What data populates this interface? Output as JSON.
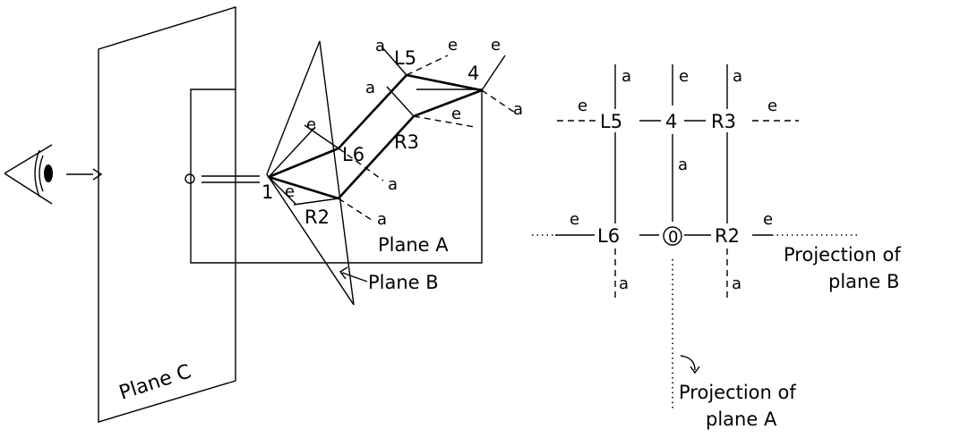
{
  "left_figure": {
    "plane_c_label": "Plane C",
    "plane_a_label": "Plane A",
    "plane_b_label": "Plane B",
    "origin_label": "O",
    "points": {
      "p1": "1",
      "r2": "R2",
      "r3": "R3",
      "p4": "4",
      "l5": "L5",
      "l6": "L6"
    },
    "axis_e": "e",
    "axis_a": "a"
  },
  "right_figure": {
    "l5": "L5",
    "p4": "4",
    "r3": "R3",
    "l6": "L6",
    "origin": "0",
    "r2": "R2",
    "axis_e": "e",
    "axis_a": "a",
    "projection_b_line1": "Projection of",
    "projection_b_line2": "plane B",
    "projection_a_line1": "Projection of",
    "projection_a_line2": "plane A"
  }
}
